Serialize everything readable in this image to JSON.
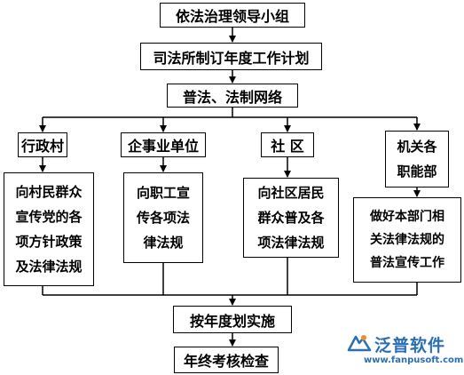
{
  "nodes": {
    "group": "依法治理领导小组",
    "plan": "司法所制订年度工作计划",
    "promotion": "普法、法制网络",
    "village": "行政村",
    "enterprise": "企事业单位",
    "community": "社  区",
    "agency": "机关各\n职能部",
    "village_task": "向村民群众\n宣传党的各\n项方针政策\n及法律法规",
    "enterprise_task": "向职工宣\n传各项法\n律法规",
    "community_task": "向社区居民\n群众普及各\n项法律法规",
    "agency_task": "做好本部门相\n关法律法规的\n普法宣传工作",
    "implement": "按年度划实施",
    "review": "年终考核检查"
  },
  "watermark": {
    "name": "泛普软件",
    "url": "www.fanpusoft.com"
  },
  "colors": {
    "line": "#000000",
    "watermark": "#2a6fb6"
  }
}
